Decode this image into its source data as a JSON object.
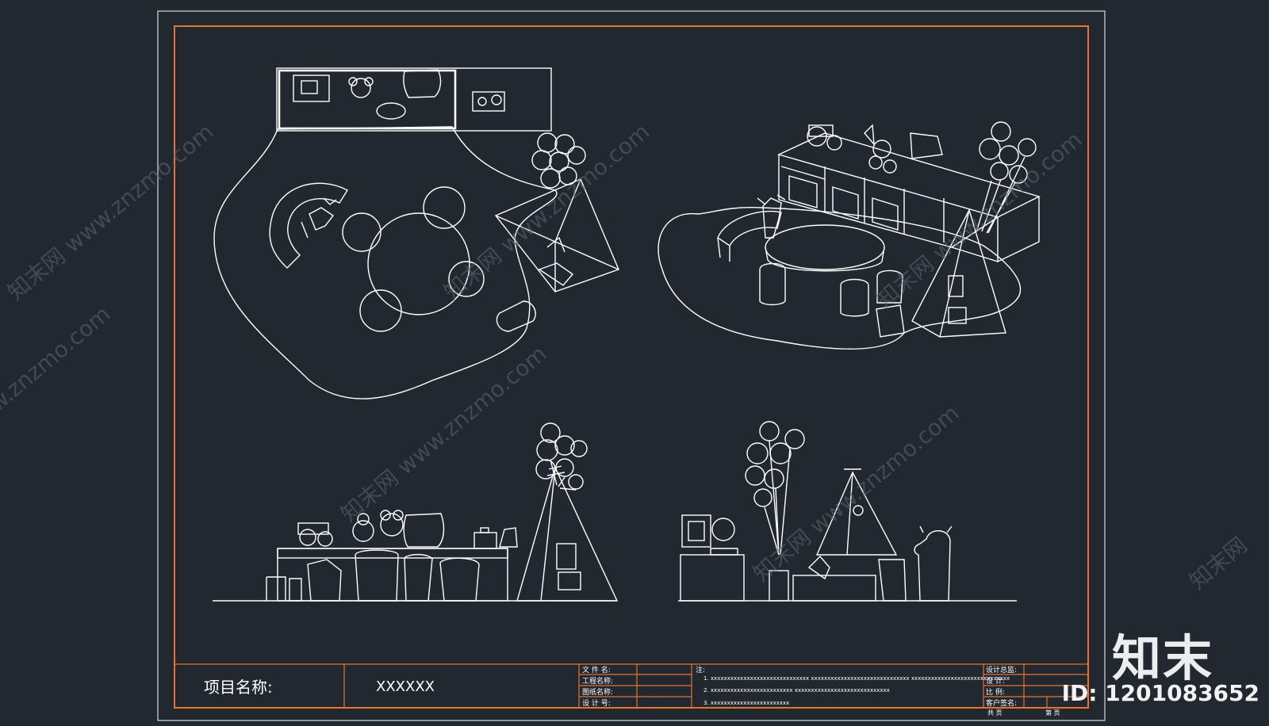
{
  "title_block": {
    "project_label": "项目名称:",
    "project_value": "XXXXXX",
    "fields_left": [
      "文 件 名:",
      "工程名称:",
      "图纸名称:",
      "设 计 号:"
    ],
    "notes_heading": "注:",
    "notes": [
      "1. xxxxxxxxxxxxxxxxxxxxxxxxxxxxxx  xxxxxxxxxxxxxxxxxxxxxxxxxxxxxx  xxxxxxxxxxxxxxxxxxxxxxxxxxxxxx",
      "2. xxxxxxxxxxxxxxxxxxxxxxxxx  xxxxxxxxxxxxxxxxxxxxxxxxxxxxx",
      "3. xxxxxxxxxxxxxxxxxxxxxxxx"
    ],
    "fields_right": [
      "设计总监:",
      "设    计:",
      "比    例:",
      "客户签名:"
    ],
    "page_labels": [
      "共    页",
      "第    页"
    ]
  },
  "watermarks": [
    "知末网 www.znzmo.com",
    "知末网 www.znzmo.com",
    "知末网 www.znzmo.com",
    "知末网 www.znzmo.com",
    "知末网 www.znzmo.com",
    "知末网 www.znzmo.com",
    "知末网"
  ],
  "brand": {
    "logo": "知末",
    "id_text": "ID: 1201083652"
  },
  "colors": {
    "background": "#212830",
    "frame_outer": "#d9d9d9",
    "frame_inner": "#e8732e",
    "line_work": "#ffffff"
  }
}
